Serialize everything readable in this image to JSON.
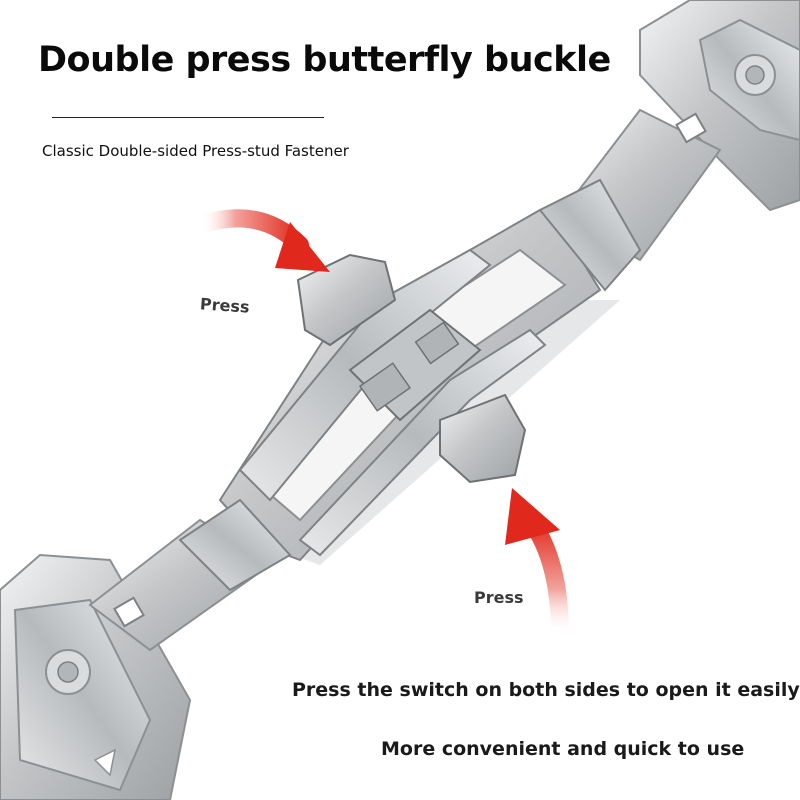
{
  "header": {
    "title": "Double press butterfly buckle",
    "subtitle": "Classic Double-sided Press-stud Fastener"
  },
  "labels": {
    "press_top": "Press",
    "press_bottom": "Press"
  },
  "captions": {
    "line1": "Press the switch on both sides to open it easily",
    "line2": "More convenient and quick to use"
  },
  "colors": {
    "background": "#ffffff",
    "arrow": "#e0281c",
    "metal": "#c9cbcd"
  }
}
